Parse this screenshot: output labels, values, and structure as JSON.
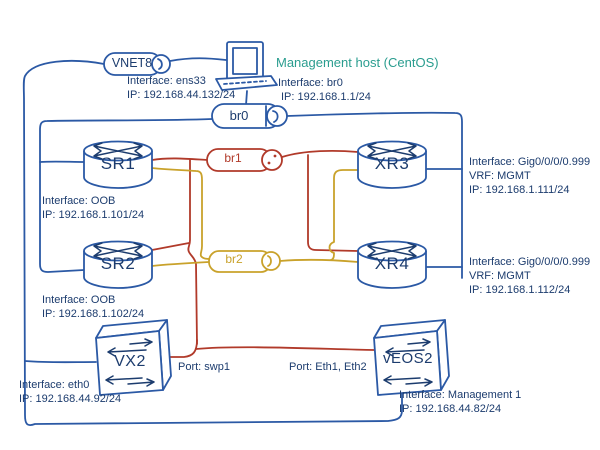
{
  "colors": {
    "blue_wire": "#2b59a5",
    "navy_text": "#1c3c6e",
    "teal_text": "#2a9d8f",
    "red_wire": "#b13a2a",
    "gold_wire": "#c9a22b"
  },
  "networks": {
    "vnet8": {
      "label": "VNET8"
    },
    "br0": {
      "label": "br0"
    },
    "br1": {
      "label": "br1"
    },
    "br2": {
      "label": "br2"
    }
  },
  "nodes": {
    "host": {
      "title": "Management host (CentOS)",
      "ens33_interface": "Interface: ens33",
      "ens33_ip": "IP: 192.168.44.132/24",
      "br0_interface": "Interface: br0",
      "br0_ip": "IP: 192.168.1.1/24"
    },
    "sr1": {
      "label": "SR1",
      "interface": "Interface: OOB",
      "ip": "IP: 192.168.1.101/24"
    },
    "sr2": {
      "label": "SR2",
      "interface": "Interface: OOB",
      "ip": "IP: 192.168.1.102/24"
    },
    "xr3": {
      "label": "XR3",
      "interface": "Interface: Gig0/0/0/0.999",
      "vrf": "VRF: MGMT",
      "ip": "IP: 192.168.1.111/24"
    },
    "xr4": {
      "label": "XR4",
      "interface": "Interface: Gig0/0/0/0.999",
      "vrf": "VRF: MGMT",
      "ip": "IP: 192.168.1.112/24"
    },
    "vx2": {
      "label": "VX2",
      "port": "Port: swp1",
      "interface": "Interface: eth0",
      "ip": "IP: 192.168.44.92/24"
    },
    "veos2": {
      "label": "vEOS2",
      "port": "Port: Eth1, Eth2",
      "interface": "Interface: Management 1",
      "ip": "IP: 192.168.44.82/24"
    }
  }
}
